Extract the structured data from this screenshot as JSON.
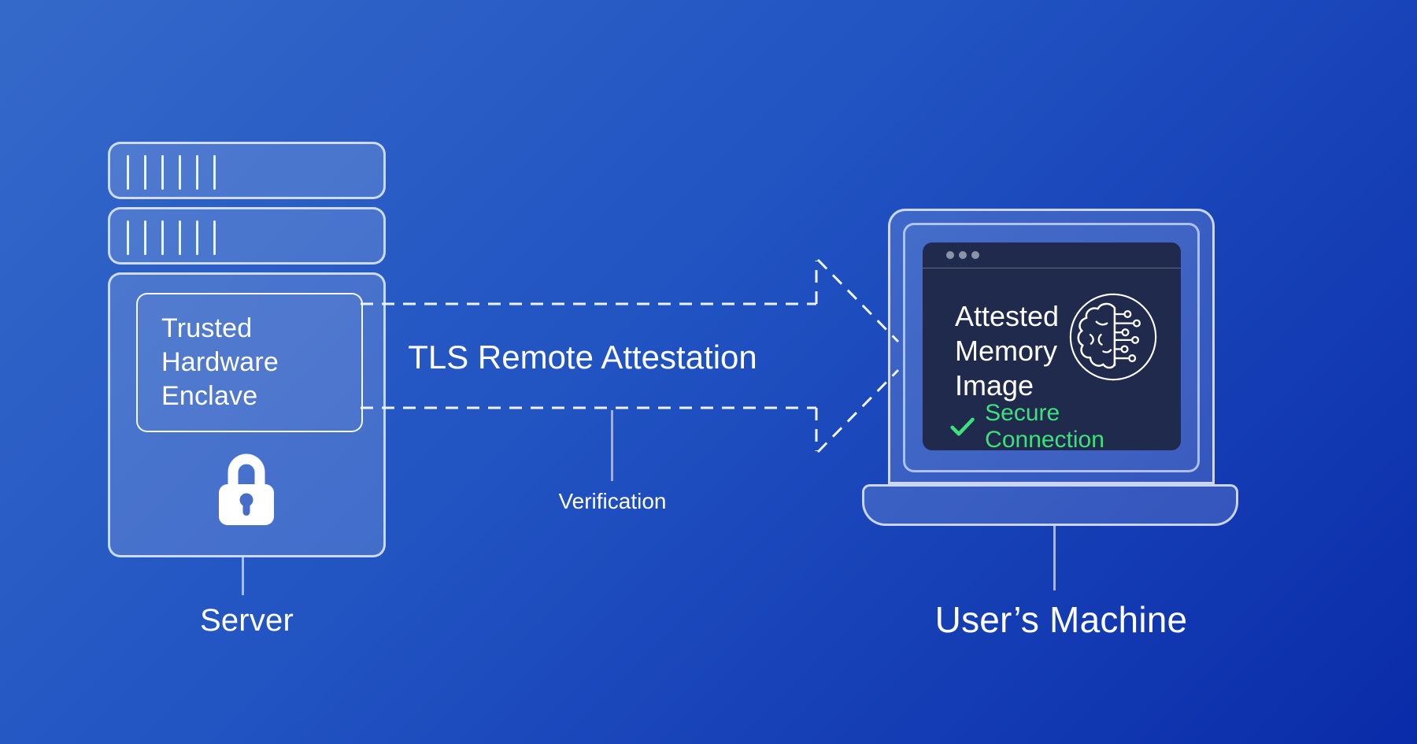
{
  "colors": {
    "bg-start": "#3569C9",
    "bg-mid": "#2153C2",
    "bg-end": "#0A2BA9",
    "window-bg": "#1F2A4C",
    "accent-green": "#3EE07B",
    "dot-gray": "#8B93A9",
    "line-white": "#EEF3FC"
  },
  "server": {
    "label": "Server",
    "enclave_lines": [
      "Trusted",
      "Hardware",
      "Enclave"
    ],
    "lock_icon": "padlock-icon"
  },
  "connection": {
    "label": "TLS Remote Attestation",
    "verification_label": "Verification",
    "arrow_icon": "dashed-right-arrow-icon"
  },
  "user_machine": {
    "label": "User’s Machine",
    "window": {
      "controls_icon": "window-control-dots-icon",
      "title_lines": [
        "Attested",
        "Memory",
        "Image"
      ],
      "brain_icon": "brain-circuit-icon",
      "status_icon": "checkmark-icon",
      "status_label": "Secure Connection"
    }
  }
}
